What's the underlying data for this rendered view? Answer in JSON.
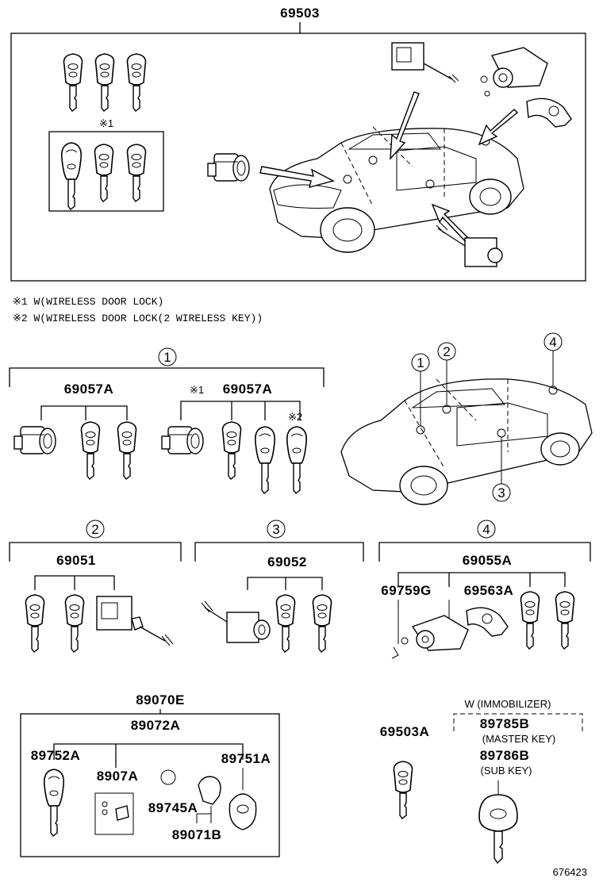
{
  "parts": {
    "p69503": "69503",
    "p69057A_left": "69057A",
    "p69057A_right": "69057A",
    "p69051": "69051",
    "p69052": "69052",
    "p69055A": "69055A",
    "p69759G": "69759G",
    "p69563A": "69563A",
    "p89070E": "89070E",
    "p89072A": "89072A",
    "p89752A": "89752A",
    "p8907A": "8907A",
    "p89751A": "89751A",
    "p89745A": "89745A",
    "p89071B": "89071B",
    "p69503A": "69503A",
    "p89785B": "89785B",
    "p89786B": "89786B"
  },
  "notes": {
    "note1": "※1 W(WIRELESS DOOR LOCK)",
    "note2": "※2 W(WIRELESS DOOR LOCK(2 WIRELESS KEY))",
    "mark1_top": "※1",
    "mark1_group": "※1",
    "mark2_key": "※2"
  },
  "immobilizer": {
    "header": "W (IMMOBILIZER)",
    "master_key": "(MASTER KEY)",
    "sub_key": "(SUB KEY)"
  },
  "circles": {
    "c1_header": "1",
    "c2_header": "2",
    "c3_header": "3",
    "c4_header": "4",
    "car_c1": "1",
    "car_c2": "2",
    "car_c3": "3",
    "car_c4": "4"
  },
  "diagram_id": "676423"
}
